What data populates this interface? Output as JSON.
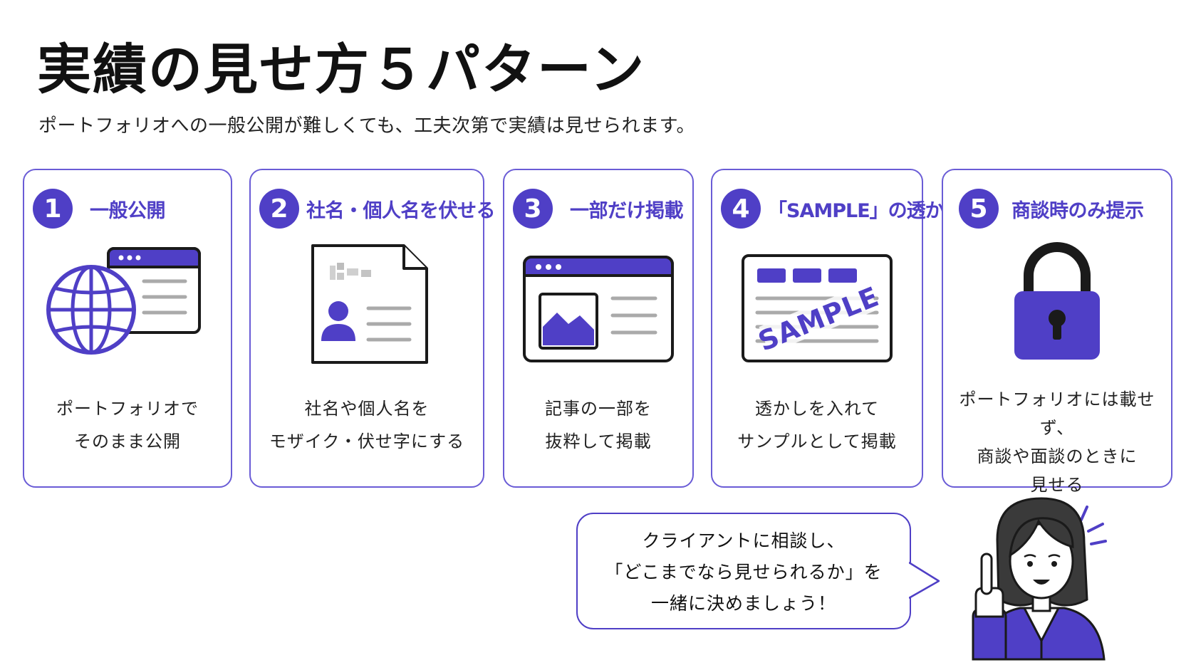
{
  "title": "実績の見せ方５パターン",
  "subtitle": "ポートフォリオへの一般公開が難しくても、工夫次第で実績は見せられます。",
  "accent_color": "#4f3fc6",
  "cards": [
    {
      "num": "1",
      "title": "一般公開",
      "icon": "globe-browser-icon",
      "desc": [
        "ポートフォリオで",
        "そのまま公開"
      ]
    },
    {
      "num": "2",
      "title": "社名・個人名を伏せる",
      "icon": "blurred-document-icon",
      "desc": [
        "社名や個人名を",
        "モザイク・伏せ字にする"
      ]
    },
    {
      "num": "3",
      "title": "一部だけ掲載",
      "icon": "browser-image-icon",
      "desc": [
        "記事の一部を",
        "抜粋して掲載"
      ]
    },
    {
      "num": "4",
      "title": "「SAMPLE」の透かし",
      "icon": "watermark-page-icon",
      "watermark": "SAMPLE",
      "desc": [
        "透かしを入れて",
        "サンプルとして掲載"
      ]
    },
    {
      "num": "5",
      "title": "商談時のみ提示",
      "icon": "lock-icon",
      "desc": [
        "ポートフォリオには載せず、",
        "商談や面談のときに",
        "見せる"
      ]
    }
  ],
  "bubble": {
    "lines": [
      "クライアントに相談し、",
      "「どこまでなら見せられるか」を",
      "一緒に決めましょう！"
    ]
  }
}
